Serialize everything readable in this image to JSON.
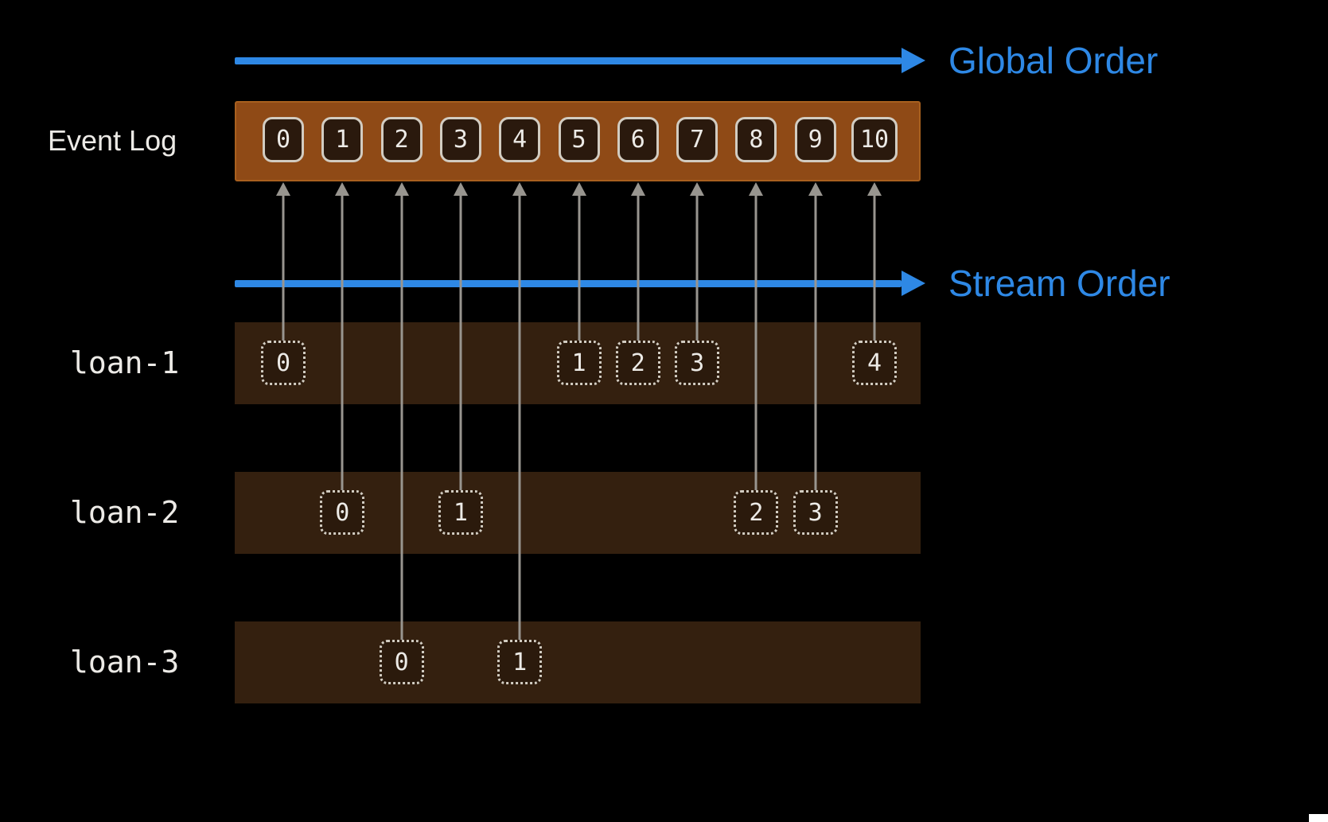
{
  "arrows": {
    "global_order": {
      "label": "Global Order"
    },
    "stream_order": {
      "label": "Stream Order"
    }
  },
  "event_log": {
    "label": "Event Log",
    "slots": [
      "0",
      "1",
      "2",
      "3",
      "4",
      "5",
      "6",
      "7",
      "8",
      "9",
      "10"
    ]
  },
  "streams": [
    {
      "label": "loan-1",
      "events": [
        {
          "value": "0",
          "global_slot": 0
        },
        {
          "value": "1",
          "global_slot": 5
        },
        {
          "value": "2",
          "global_slot": 6
        },
        {
          "value": "3",
          "global_slot": 7
        },
        {
          "value": "4",
          "global_slot": 10
        }
      ]
    },
    {
      "label": "loan-2",
      "events": [
        {
          "value": "0",
          "global_slot": 1
        },
        {
          "value": "1",
          "global_slot": 3
        },
        {
          "value": "2",
          "global_slot": 8
        },
        {
          "value": "3",
          "global_slot": 9
        }
      ]
    },
    {
      "label": "loan-3",
      "events": [
        {
          "value": "0",
          "global_slot": 2
        },
        {
          "value": "1",
          "global_slot": 4
        }
      ]
    }
  ],
  "colors": {
    "accent": "#2e88e5",
    "log_bg": "#8f4a16",
    "log_border": "#a8601f",
    "slot_bg": "#2a190d",
    "slot_border": "#d2ccc1",
    "stream_bg": "#34200f",
    "streambox_bg": "#2b1a0c",
    "gray": "#98958f",
    "text": "#eceae6"
  }
}
